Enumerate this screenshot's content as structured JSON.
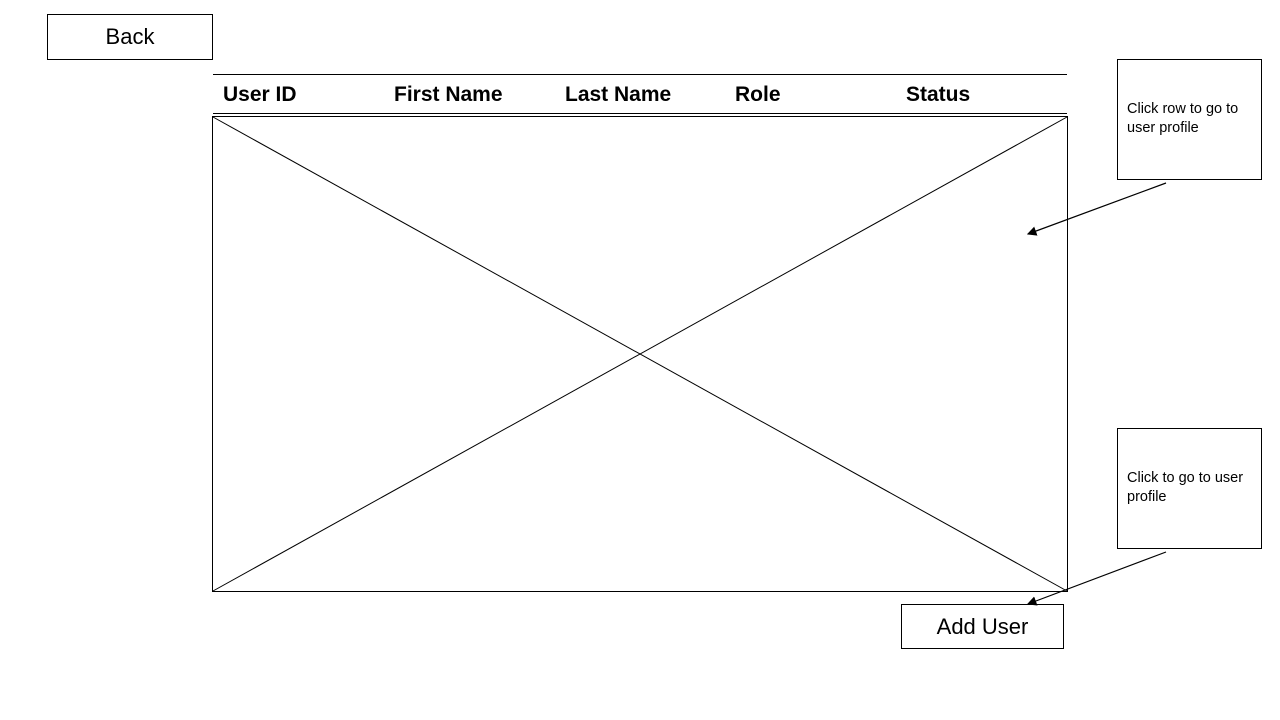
{
  "nav": {
    "back_label": "Back"
  },
  "user_table": {
    "columns": [
      "User ID",
      "First Name",
      "Last Name",
      "Role",
      "Status"
    ],
    "body_placeholder": "image-placeholder-icon"
  },
  "actions": {
    "add_user_label": "Add User"
  },
  "annotations": {
    "row_click_note": "Click row to go to user profile",
    "add_user_note": "Click to go to user profile"
  }
}
